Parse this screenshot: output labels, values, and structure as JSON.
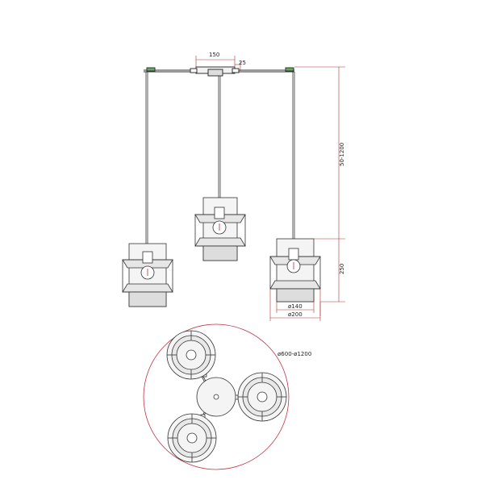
{
  "dimensions": {
    "canopy_width": "150",
    "offset": "25",
    "cable_length": "50-1200",
    "lamp_height": "250",
    "inner_diameter": "ø140",
    "outer_diameter": "ø200",
    "spread_diameter": "ø600-ø1200"
  },
  "colors": {
    "line": "#333333",
    "dimension": "#b03030",
    "circle": "#c03040",
    "fill_light": "#f2f2f2",
    "fill_mid": "#d9d9d9"
  }
}
